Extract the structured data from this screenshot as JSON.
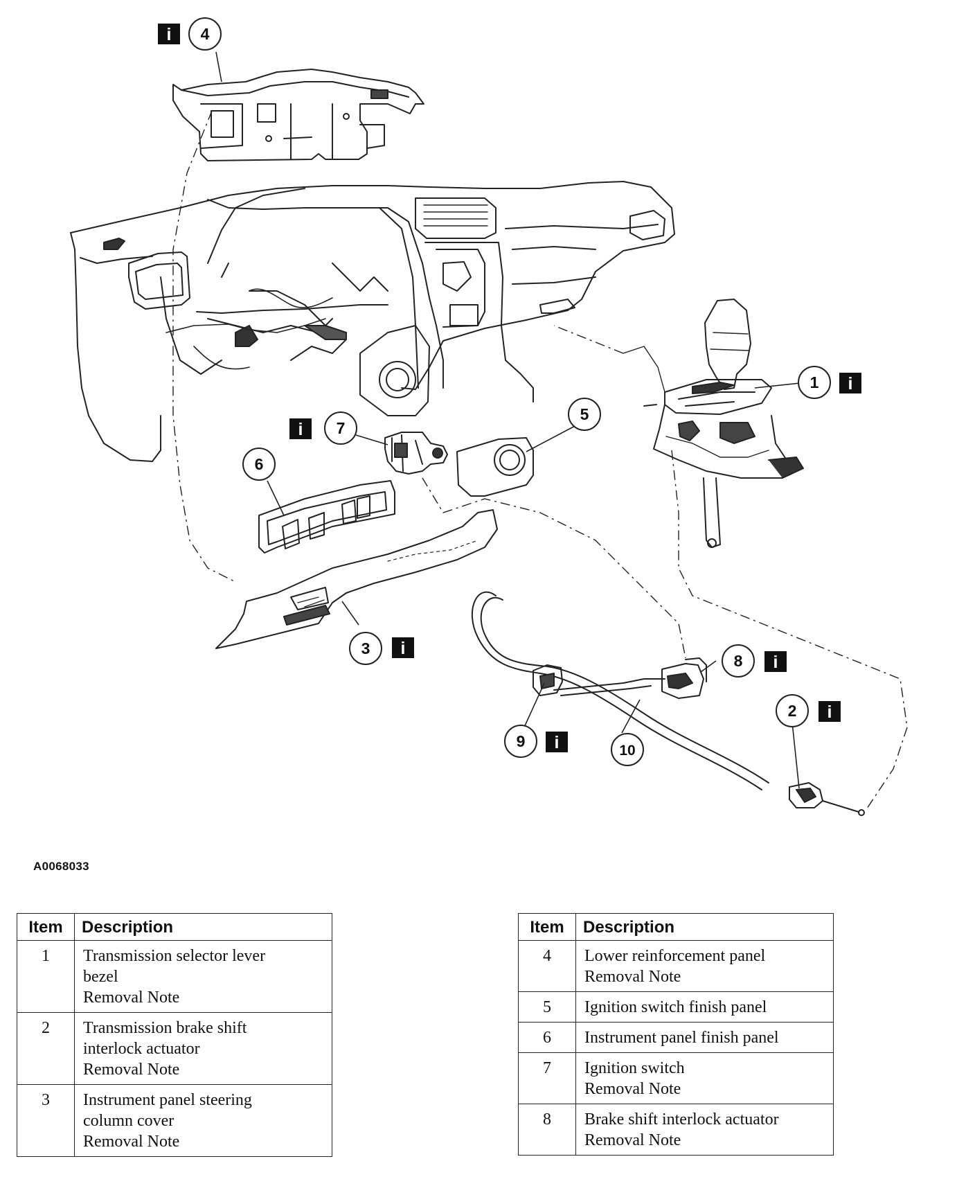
{
  "figure_id": "A0068033",
  "info_icon_glyph": "i",
  "callouts": [
    {
      "id": "c1",
      "label": "1",
      "info": true
    },
    {
      "id": "c2",
      "label": "2",
      "info": true
    },
    {
      "id": "c3",
      "label": "3",
      "info": true
    },
    {
      "id": "c4",
      "label": "4",
      "info": true
    },
    {
      "id": "c5",
      "label": "5",
      "info": false
    },
    {
      "id": "c6",
      "label": "6",
      "info": false
    },
    {
      "id": "c7",
      "label": "7",
      "info": true
    },
    {
      "id": "c8",
      "label": "8",
      "info": true
    },
    {
      "id": "c9",
      "label": "9",
      "info": true
    },
    {
      "id": "c10",
      "label": "10",
      "info": false
    }
  ],
  "tables": {
    "headers": {
      "item": "Item",
      "description": "Description"
    },
    "left": [
      {
        "item": "1",
        "lines": [
          "Transmission selector lever",
          "bezel",
          "Removal Note"
        ]
      },
      {
        "item": "2",
        "lines": [
          "Transmission brake shift",
          "interlock actuator",
          "Removal Note"
        ]
      },
      {
        "item": "3",
        "lines": [
          "Instrument panel steering",
          "column cover",
          "Removal Note"
        ]
      }
    ],
    "right": [
      {
        "item": "4",
        "lines": [
          "Lower reinforcement panel",
          "Removal Note"
        ]
      },
      {
        "item": "5",
        "lines": [
          "Ignition switch finish panel"
        ]
      },
      {
        "item": "6",
        "lines": [
          "Instrument panel finish panel"
        ]
      },
      {
        "item": "7",
        "lines": [
          "Ignition switch",
          "Removal Note"
        ]
      },
      {
        "item": "8",
        "lines": [
          "Brake shift interlock actuator",
          "Removal Note"
        ]
      }
    ]
  }
}
